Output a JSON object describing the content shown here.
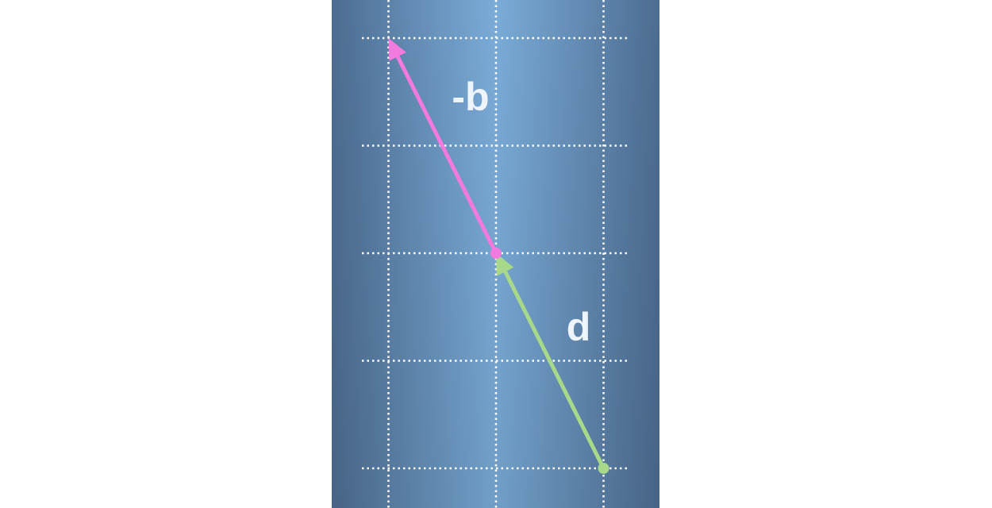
{
  "diagram": {
    "colors": {
      "background_edge": "#4d6c91",
      "background_center": "#7aacd8",
      "grid": "#ffffff",
      "label": "#eef4fb"
    },
    "vectors": [
      {
        "id": "d",
        "label": "d",
        "color": "#a8d98a",
        "tail": [
          1,
          -2
        ],
        "head": [
          0,
          0
        ]
      },
      {
        "id": "neg-b",
        "label": "-b",
        "color": "#f47adf",
        "tail": [
          0,
          0
        ],
        "head": [
          -1,
          2
        ]
      }
    ]
  }
}
